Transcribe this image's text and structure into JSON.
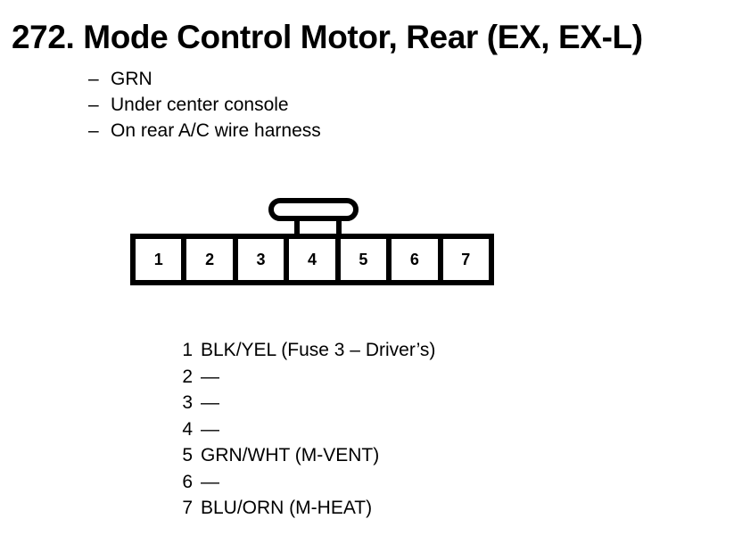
{
  "title": "272. Mode Control Motor, Rear (EX, EX-L)",
  "notes": {
    "dash": "–",
    "items": [
      "GRN",
      "Under center console",
      "On rear A/C wire harness"
    ]
  },
  "connector": {
    "pins": [
      "1",
      "2",
      "3",
      "4",
      "5",
      "6",
      "7"
    ],
    "latch_position_pin": "4"
  },
  "legend": {
    "rows": [
      {
        "num": "1",
        "value": "BLK/YEL (Fuse 3 – Driver’s)"
      },
      {
        "num": "2",
        "value": "—"
      },
      {
        "num": "3",
        "value": "—"
      },
      {
        "num": "4",
        "value": "—"
      },
      {
        "num": "5",
        "value": "GRN/WHT (M-VENT)"
      },
      {
        "num": "6",
        "value": "—"
      },
      {
        "num": "7",
        "value": "BLU/ORN (M-HEAT)"
      }
    ]
  },
  "colors": {
    "ink": "#000000",
    "paper": "#ffffff"
  }
}
